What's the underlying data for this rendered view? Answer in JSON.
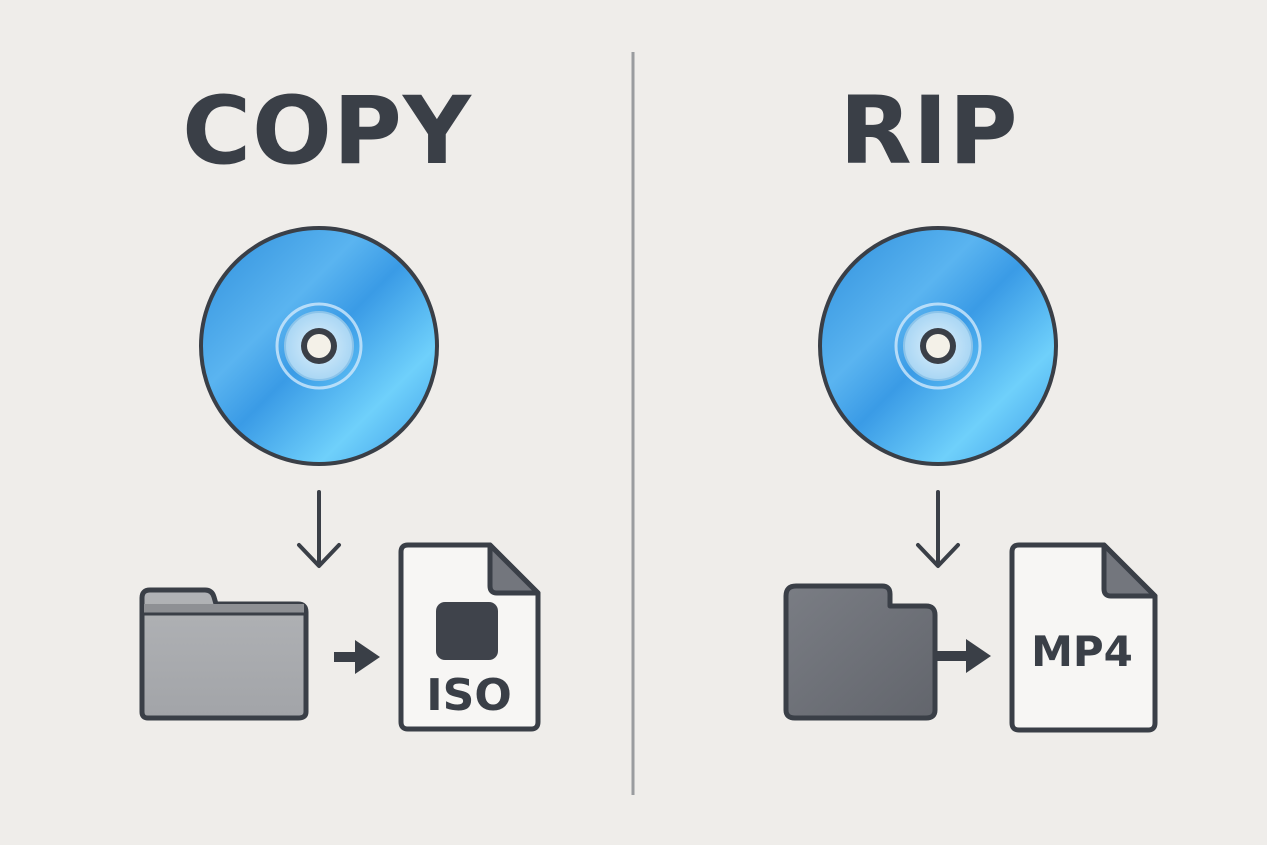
{
  "panels": [
    {
      "id": "copy",
      "title": "COPY",
      "output_format": "ISO"
    },
    {
      "id": "rip",
      "title": "RIP",
      "output_format": "MP4"
    }
  ],
  "colors": {
    "background": "#efedea",
    "ink": "#3a3f47",
    "disc_blue": "#3d9fe4",
    "folder_light": "#a9abae",
    "folder_dark": "#6d7077",
    "divider": "#9a9c9f"
  },
  "icons": [
    "disc-icon",
    "arrow-down-icon",
    "folder-icon",
    "arrow-right-icon",
    "file-icon"
  ]
}
